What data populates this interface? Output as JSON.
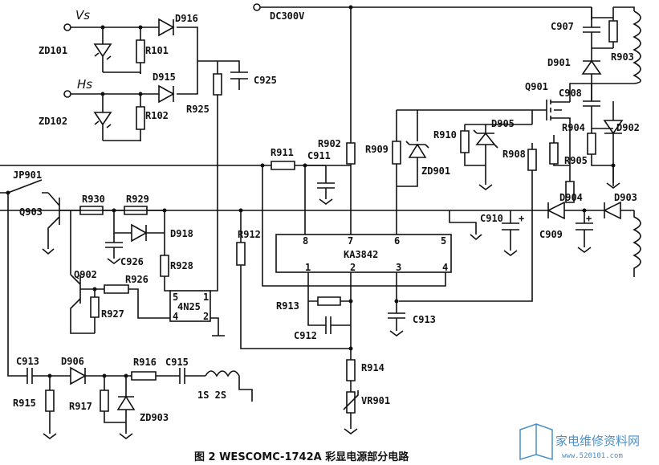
{
  "caption": "图 2 WESCOMC-1742A 彩显电源部分电路",
  "watermark": {
    "brand": "家电维修资料网",
    "site": "www.520101.com"
  },
  "signals": {
    "vs": "Vs",
    "hs": "Hs",
    "dc": "DC300V"
  },
  "ic": {
    "name": "KA3842",
    "pins_top": [
      "8",
      "7",
      "6",
      "5"
    ],
    "pins_bottom": [
      "1",
      "2",
      "3",
      "4"
    ]
  },
  "opto": {
    "name": "4N25",
    "pins": [
      "5",
      "1",
      "4",
      "2"
    ]
  },
  "coil_label": "1S 2S",
  "labels": {
    "zd101": "ZD101",
    "zd102": "ZD102",
    "r101": "R101",
    "r102": "R102",
    "d916": "D916",
    "d915": "D915",
    "r925": "R925",
    "c925": "C925",
    "jp901": "JP901",
    "q903": "Q903",
    "r930": "R930",
    "r929": "R929",
    "d918": "D918",
    "c926": "C926",
    "r928": "R928",
    "q902": "Q902",
    "r926": "R926",
    "r927": "R927",
    "r911": "R911",
    "c911": "C911",
    "r912": "R912",
    "r902": "R902",
    "r909": "R909",
    "zd901": "ZD901",
    "r910": "R910",
    "d905": "D905",
    "r908": "R908",
    "q901": "Q901",
    "c907": "C907",
    "r903": "R903",
    "d901": "D901",
    "c908": "C908",
    "r904": "R904",
    "d902": "D902",
    "r905": "R905",
    "c910": "C910",
    "d904": "D904",
    "d903": "D903",
    "c909": "C909",
    "r913": "R913",
    "c912": "C912",
    "c913b": "C913",
    "r914": "R914",
    "vr901": "VR901",
    "c913": "C913",
    "d906": "D906",
    "r916": "R916",
    "c915": "C915",
    "r915": "R915",
    "r917": "R917",
    "zd903": "ZD903"
  }
}
